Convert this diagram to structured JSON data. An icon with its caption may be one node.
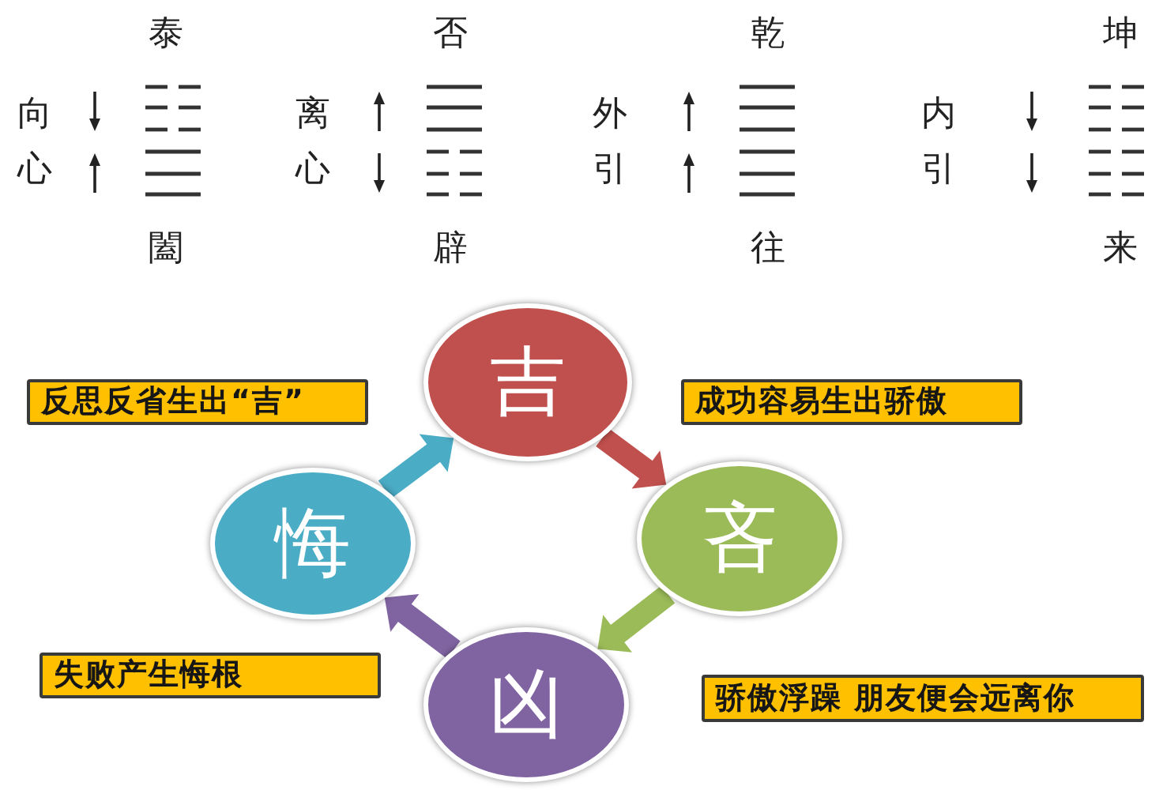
{
  "diagram": {
    "nodes": [
      {
        "text": [
          "反思反省生出“吉”"
        ]
      },
      {
        "text": [
          "吉"
        ]
      },
      {
        "text": [
          "成功容易生出骄傲"
        ]
      },
      {
        "text": [
          "悔"
        ]
      },
      {
        "text": [
          "吝"
        ]
      },
      {
        "text": [
          "失败产生悔根"
        ]
      },
      {
        "text": [
          "凶"
        ]
      },
      {
        "text": [
          "骄傲浮躁 朋友便会远离你"
        ]
      }
    ],
    "edges": [
      {
        "from": 1,
        "to": 4,
        "arrow": "to",
        "color": "#c0504d"
      },
      {
        "from": 4,
        "to": 6,
        "arrow": "to",
        "color": "#9bbb59"
      },
      {
        "from": 6,
        "to": 3,
        "arrow": "to",
        "color": "#8064a2"
      },
      {
        "from": 3,
        "to": 1,
        "arrow": "to",
        "color": "#4bacc6"
      }
    ],
    "labels": [
      "泰",
      "否",
      "乾",
      "坤",
      "向",
      "离",
      "外",
      "内",
      "心",
      "心",
      "引",
      "引",
      "闔",
      "辟",
      "往",
      "来"
    ]
  }
}
